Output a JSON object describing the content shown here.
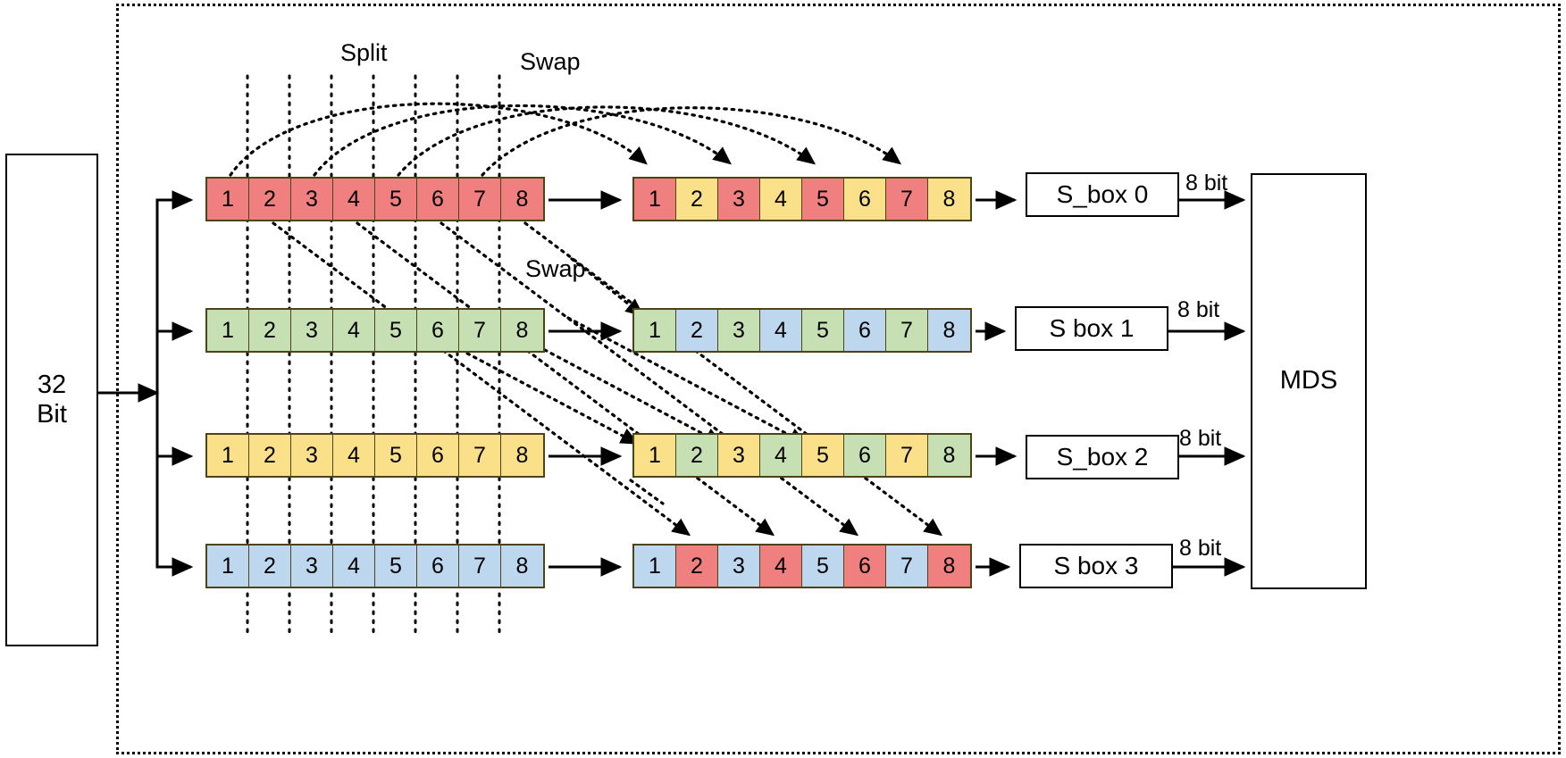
{
  "diagram": {
    "title": "Split-Swap byte permutation feeding S-boxes and MDS",
    "input_block": {
      "line1": "32",
      "line2": "Bit"
    },
    "labels": {
      "split": "Split",
      "swap_top": "Swap",
      "swap_mid": "Swap"
    },
    "colors": {
      "red": "#f08080",
      "green": "#c6e0b4",
      "yellow": "#fbe08a",
      "blue": "#bdd7ee",
      "outline": "#4c4416",
      "stroke": "#000000",
      "background": "#ffffff"
    },
    "byte_numbers": [
      "1",
      "2",
      "3",
      "4",
      "5",
      "6",
      "7",
      "8"
    ],
    "input_rows": [
      {
        "name": "row-0",
        "cells": [
          {
            "n": "1",
            "color": "red"
          },
          {
            "n": "2",
            "color": "red"
          },
          {
            "n": "3",
            "color": "red"
          },
          {
            "n": "4",
            "color": "red"
          },
          {
            "n": "5",
            "color": "red"
          },
          {
            "n": "6",
            "color": "red"
          },
          {
            "n": "7",
            "color": "red"
          },
          {
            "n": "8",
            "color": "red"
          }
        ]
      },
      {
        "name": "row-1",
        "cells": [
          {
            "n": "1",
            "color": "green"
          },
          {
            "n": "2",
            "color": "green"
          },
          {
            "n": "3",
            "color": "green"
          },
          {
            "n": "4",
            "color": "green"
          },
          {
            "n": "5",
            "color": "green"
          },
          {
            "n": "6",
            "color": "green"
          },
          {
            "n": "7",
            "color": "green"
          },
          {
            "n": "8",
            "color": "green"
          }
        ]
      },
      {
        "name": "row-2",
        "cells": [
          {
            "n": "1",
            "color": "yellow"
          },
          {
            "n": "2",
            "color": "yellow"
          },
          {
            "n": "3",
            "color": "yellow"
          },
          {
            "n": "4",
            "color": "yellow"
          },
          {
            "n": "5",
            "color": "yellow"
          },
          {
            "n": "6",
            "color": "yellow"
          },
          {
            "n": "7",
            "color": "yellow"
          },
          {
            "n": "8",
            "color": "yellow"
          }
        ]
      },
      {
        "name": "row-3",
        "cells": [
          {
            "n": "1",
            "color": "blue"
          },
          {
            "n": "2",
            "color": "blue"
          },
          {
            "n": "3",
            "color": "blue"
          },
          {
            "n": "4",
            "color": "blue"
          },
          {
            "n": "5",
            "color": "blue"
          },
          {
            "n": "6",
            "color": "blue"
          },
          {
            "n": "7",
            "color": "blue"
          },
          {
            "n": "8",
            "color": "blue"
          }
        ]
      }
    ],
    "output_rows": [
      {
        "name": "out-row-0",
        "cells": [
          {
            "n": "1",
            "color": "red"
          },
          {
            "n": "2",
            "color": "yellow"
          },
          {
            "n": "3",
            "color": "red"
          },
          {
            "n": "4",
            "color": "yellow"
          },
          {
            "n": "5",
            "color": "red"
          },
          {
            "n": "6",
            "color": "yellow"
          },
          {
            "n": "7",
            "color": "red"
          },
          {
            "n": "8",
            "color": "yellow"
          }
        ]
      },
      {
        "name": "out-row-1",
        "cells": [
          {
            "n": "1",
            "color": "green"
          },
          {
            "n": "2",
            "color": "blue"
          },
          {
            "n": "3",
            "color": "green"
          },
          {
            "n": "4",
            "color": "blue"
          },
          {
            "n": "5",
            "color": "green"
          },
          {
            "n": "6",
            "color": "blue"
          },
          {
            "n": "7",
            "color": "green"
          },
          {
            "n": "8",
            "color": "blue"
          }
        ]
      },
      {
        "name": "out-row-2",
        "cells": [
          {
            "n": "1",
            "color": "yellow"
          },
          {
            "n": "2",
            "color": "green"
          },
          {
            "n": "3",
            "color": "yellow"
          },
          {
            "n": "4",
            "color": "green"
          },
          {
            "n": "5",
            "color": "yellow"
          },
          {
            "n": "6",
            "color": "green"
          },
          {
            "n": "7",
            "color": "yellow"
          },
          {
            "n": "8",
            "color": "green"
          }
        ]
      },
      {
        "name": "out-row-3",
        "cells": [
          {
            "n": "1",
            "color": "blue"
          },
          {
            "n": "2",
            "color": "red"
          },
          {
            "n": "3",
            "color": "blue"
          },
          {
            "n": "4",
            "color": "red"
          },
          {
            "n": "5",
            "color": "blue"
          },
          {
            "n": "6",
            "color": "red"
          },
          {
            "n": "7",
            "color": "blue"
          },
          {
            "n": "8",
            "color": "red"
          }
        ]
      }
    ],
    "sboxes": [
      {
        "label": "S_box 0",
        "bit_label": "8 bit"
      },
      {
        "label": "S  box 1",
        "bit_label": "8 bit"
      },
      {
        "label": "S_box 2",
        "bit_label": "8 bit"
      },
      {
        "label": "S  box 3",
        "bit_label": "8 bit"
      }
    ],
    "mds": {
      "label": "MDS"
    }
  }
}
